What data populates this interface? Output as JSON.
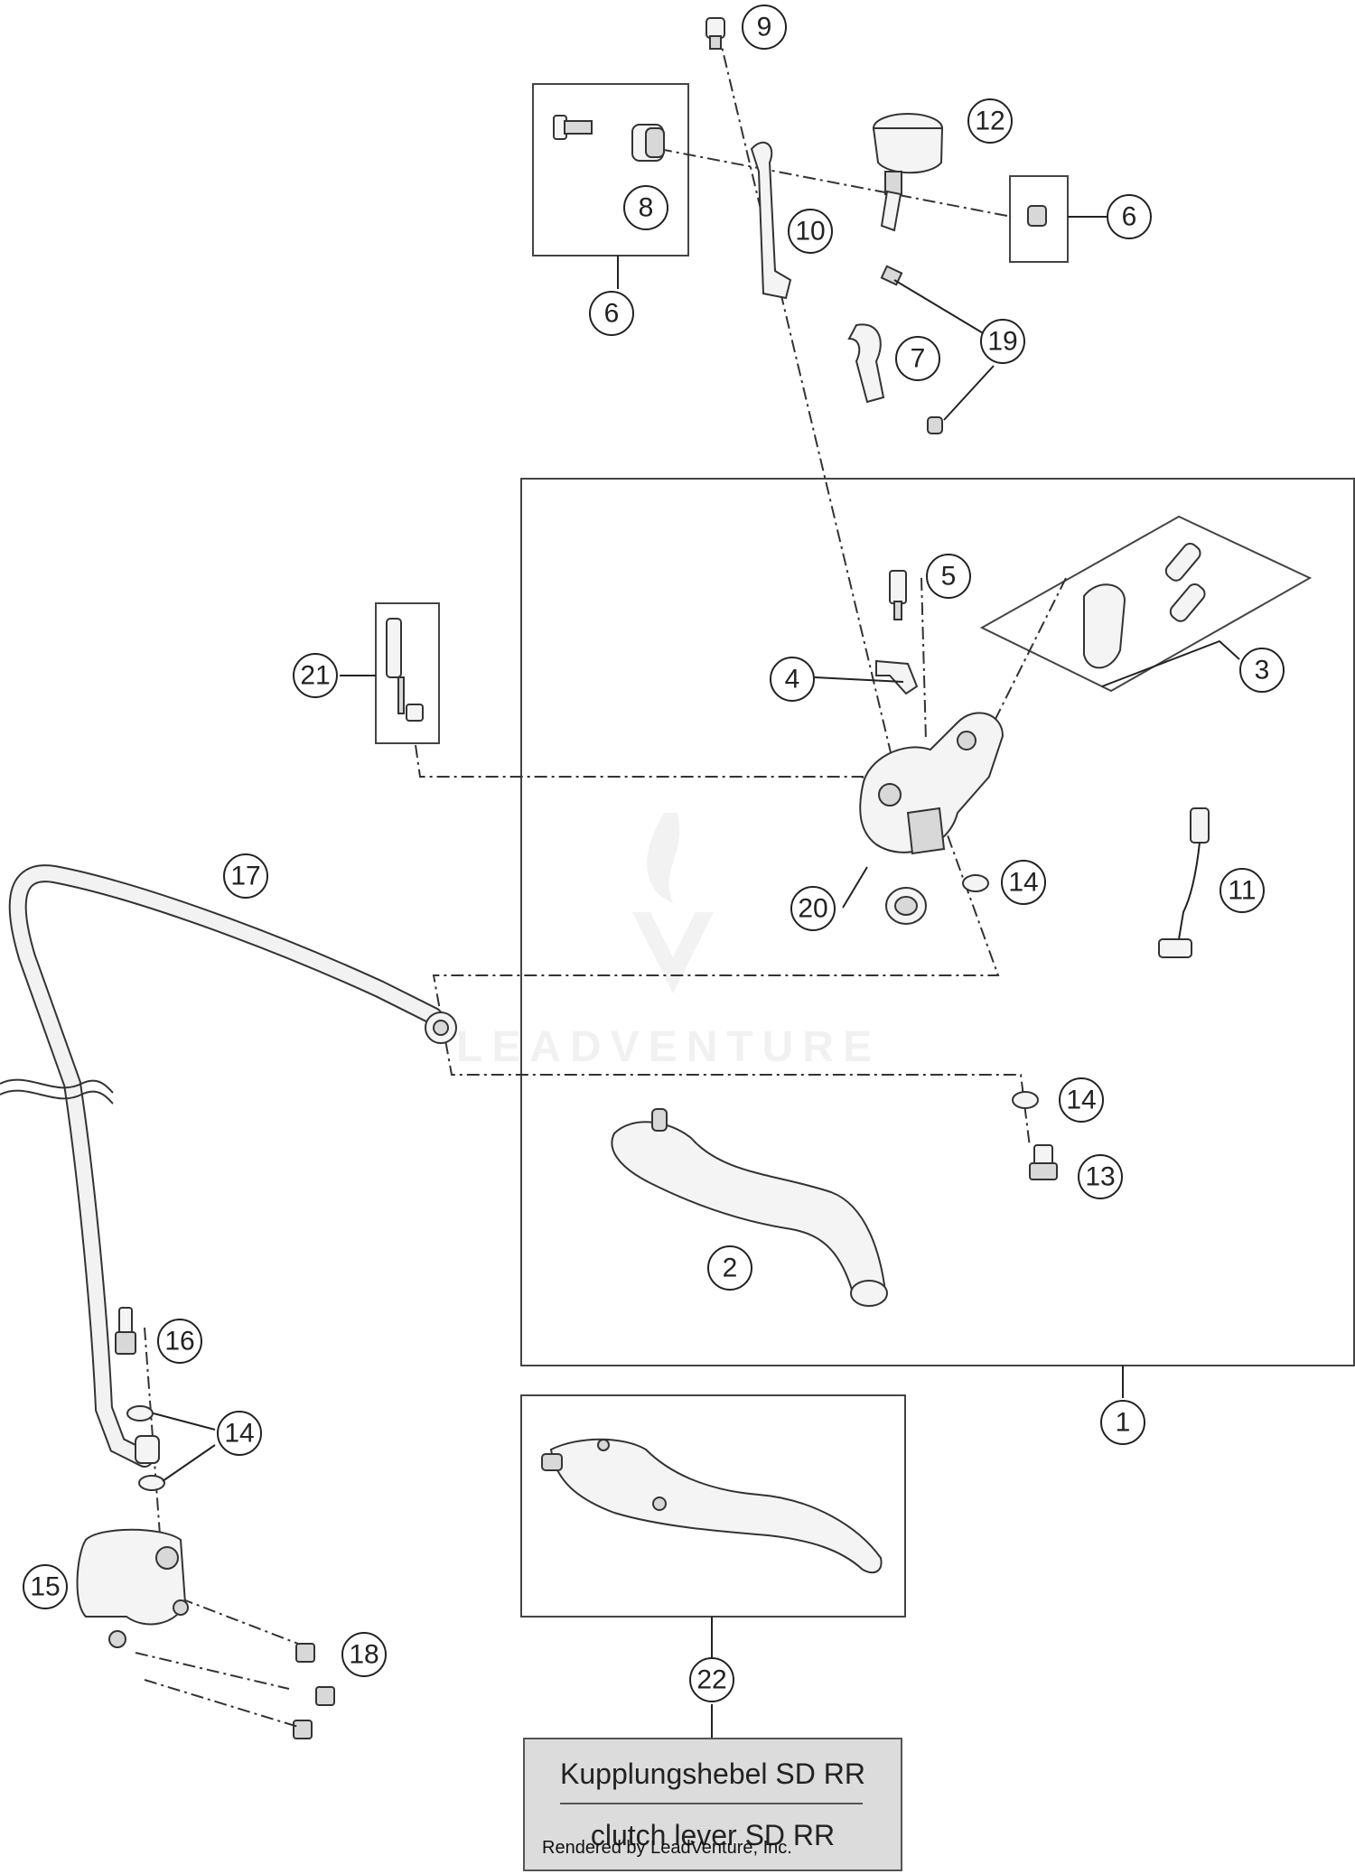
{
  "watermark": "LEADVENTURE",
  "callouts": {
    "c1": "1",
    "c2": "2",
    "c3": "3",
    "c4": "4",
    "c5": "5",
    "c6a": "6",
    "c6b": "6",
    "c7": "7",
    "c8": "8",
    "c9": "9",
    "c10": "10",
    "c11": "11",
    "c12": "12",
    "c13": "13",
    "c14a": "14",
    "c14b": "14",
    "c14c": "14",
    "c15": "15",
    "c16": "16",
    "c17": "17",
    "c18": "18",
    "c19": "19",
    "c20": "20",
    "c21": "21",
    "c22": "22"
  },
  "label_box": {
    "line1": "Kupplungshebel SD RR",
    "line2": "clutch lever SD RR"
  },
  "render_note": "Rendered by LeadVenture, Inc."
}
